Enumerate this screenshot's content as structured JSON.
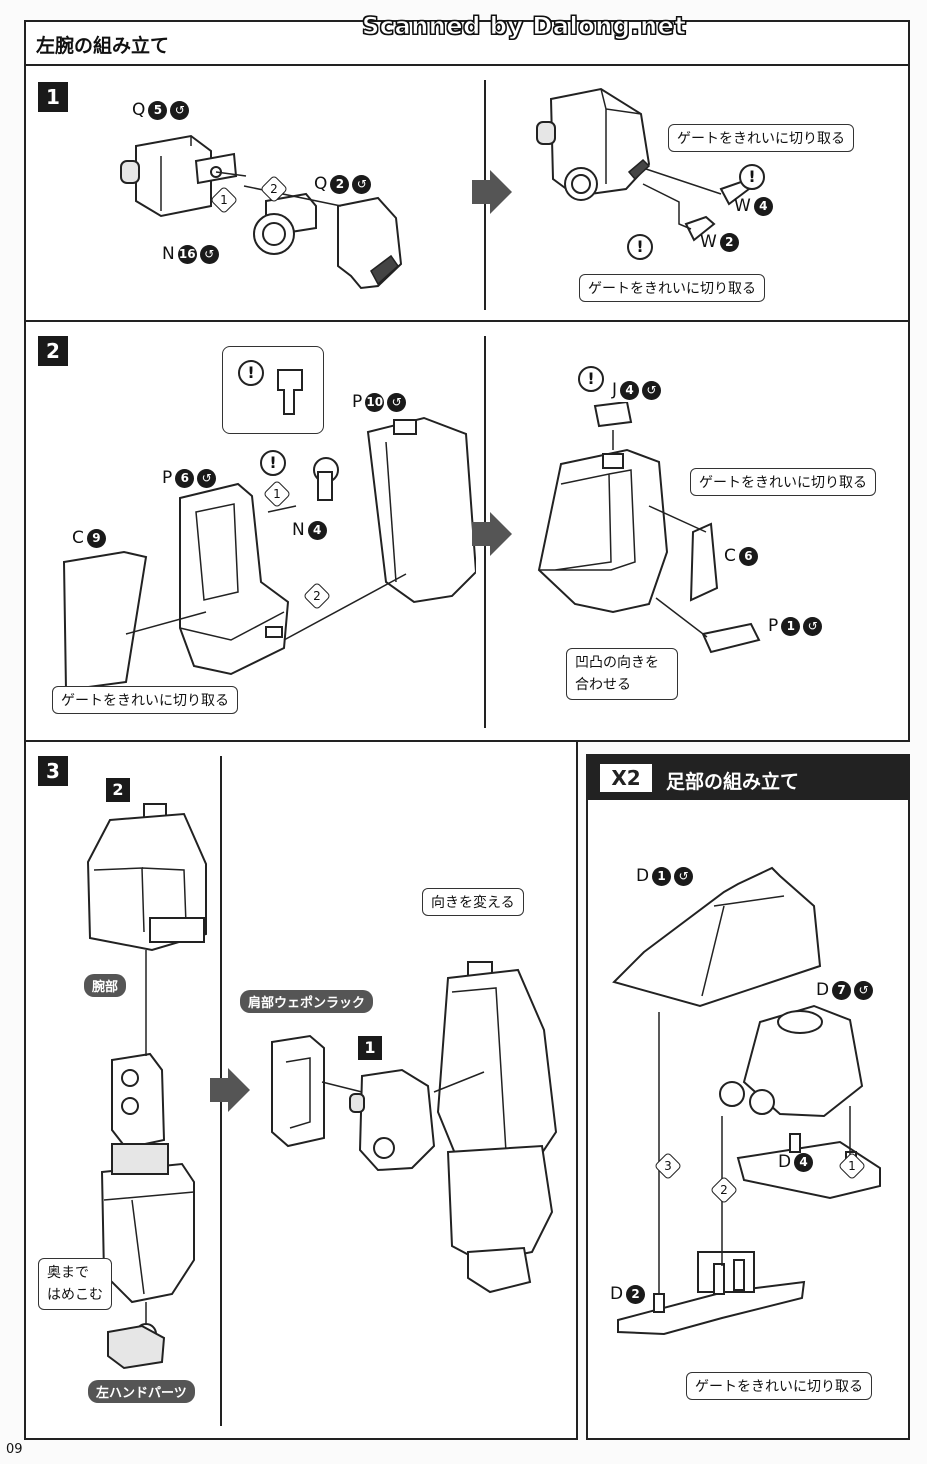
{
  "header": {
    "title": "左腕の組み立て",
    "watermark": "Scanned by Dalong.net"
  },
  "steps": {
    "s1": {
      "num": "1"
    },
    "s2": {
      "num": "2"
    },
    "s3": {
      "num": "3"
    }
  },
  "x2": {
    "badge": "X2",
    "title": "足部の組み立て"
  },
  "callouts": {
    "gate1": "ゲートをきれいに切り取る",
    "gate2": "ゲートをきれいに切り取る",
    "gate3": "ゲートをきれいに切り取る",
    "gate4": "ゲートをきれいに切り取る",
    "gate5": "ゲートをきれいに切り取る",
    "align_l1": "凹凸の向きを",
    "align_l2": "合わせる",
    "turn": "向きを変える",
    "push_l1": "奥まで",
    "push_l2": "はめこむ"
  },
  "pills": {
    "arm": "腕部",
    "rack": "肩部ウェポンラック",
    "hand": "左ハンドパーツ"
  },
  "refs": {
    "step2": "2",
    "step1": "1"
  },
  "parts": {
    "q5": {
      "letter": "Q",
      "num": "5"
    },
    "q2": {
      "letter": "Q",
      "num": "2"
    },
    "n16": {
      "letter": "N",
      "num": "16"
    },
    "w4": {
      "letter": "W",
      "num": "4"
    },
    "w2": {
      "letter": "W",
      "num": "2"
    },
    "p10": {
      "letter": "P",
      "num": "10"
    },
    "p6": {
      "letter": "P",
      "num": "6"
    },
    "n4": {
      "letter": "N",
      "num": "4"
    },
    "c9": {
      "letter": "C",
      "num": "9"
    },
    "j4": {
      "letter": "J",
      "num": "4"
    },
    "c6": {
      "letter": "C",
      "num": "6"
    },
    "p1": {
      "letter": "P",
      "num": "1"
    },
    "d1": {
      "letter": "D",
      "num": "1"
    },
    "d7": {
      "letter": "D",
      "num": "7"
    },
    "d4": {
      "letter": "D",
      "num": "4"
    },
    "d2": {
      "letter": "D",
      "num": "2"
    }
  },
  "orders": {
    "o1": "1",
    "o2": "2",
    "o3": "3"
  },
  "icons": {
    "gate": "gate-cut-icon",
    "caution": "exclamation-icon",
    "next": "arrow-right-icon"
  },
  "page": {
    "number": "09"
  }
}
